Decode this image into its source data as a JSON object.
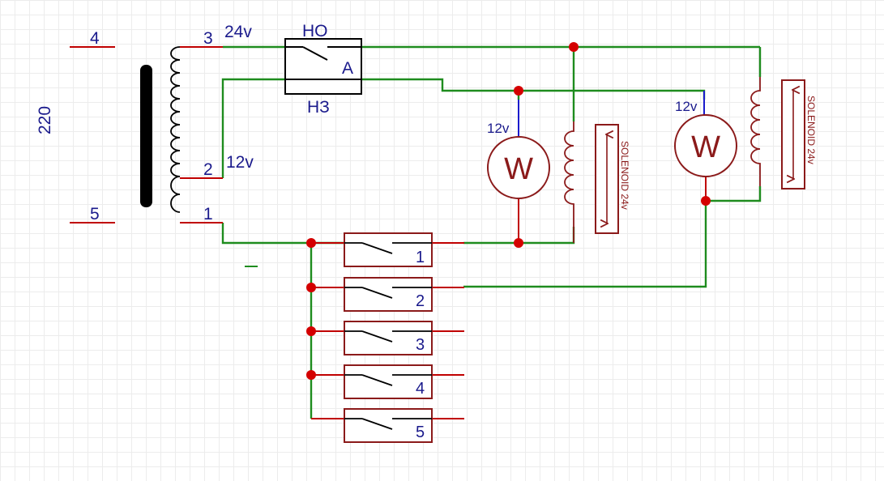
{
  "colors": {
    "wire": "#1e8c1e",
    "terminal": "#c00000",
    "component": "#8b1a1a",
    "label": "#1a1a8c",
    "signal": "#1a1acc",
    "core": "#000000"
  },
  "transformer": {
    "primary_voltage": "220",
    "primary_terminal_top": "4",
    "primary_terminal_bottom": "5",
    "secondary_tap_top": "3",
    "secondary_tap_mid": "2",
    "secondary_tap_bottom": "1",
    "voltage_high": "24v",
    "voltage_low": "12v",
    "minus_mark": "–"
  },
  "thermostat_switch": {
    "label_top": "НО",
    "label_bottom": "НЗ",
    "label_side": "A"
  },
  "valves": [
    {
      "motor_symbol": "W",
      "motor_voltage": "12v",
      "solenoid_label": "SOLENOID 24v",
      "solenoid_icon": "up-down-arrows-icon"
    },
    {
      "motor_symbol": "W",
      "motor_voltage": "12v",
      "solenoid_label": "SOLENOID 24v",
      "solenoid_icon": "up-down-arrows-icon"
    }
  ],
  "switches": [
    {
      "label": "1"
    },
    {
      "label": "2"
    },
    {
      "label": "3"
    },
    {
      "label": "4"
    },
    {
      "label": "5"
    }
  ]
}
